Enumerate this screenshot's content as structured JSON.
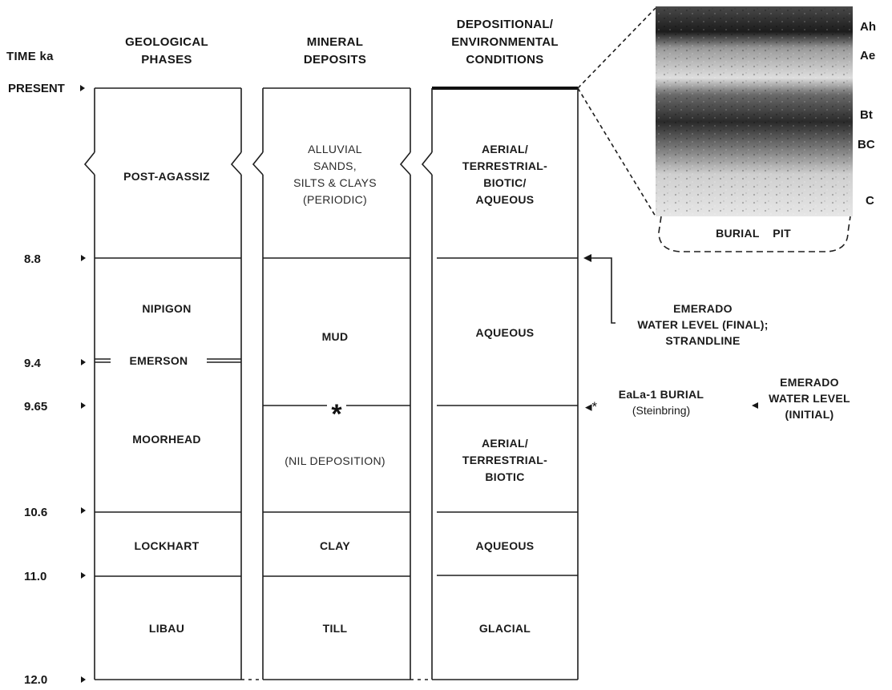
{
  "headers": {
    "time": "TIME ka",
    "phases": [
      "GEOLOGICAL",
      "PHASES"
    ],
    "minerals": [
      "MINERAL",
      "DEPOSITS"
    ],
    "conditions": [
      "DEPOSITIONAL/",
      "ENVIRONMENTAL",
      "CONDITIONS"
    ]
  },
  "time_ticks": [
    "PRESENT",
    "8.8",
    "9.4",
    "9.65",
    "10.6",
    "11.0",
    "12.0"
  ],
  "phases": {
    "post_agassiz": "POST-AGASSIZ",
    "nipigon": "NIPIGON",
    "emerson": "EMERSON",
    "moorhead": "MOORHEAD",
    "lockhart": "LOCKHART",
    "libau": "LIBAU"
  },
  "minerals": {
    "alluvial": [
      "ALLUVIAL",
      "SANDS,",
      "SILTS & CLAYS",
      "(PERIODIC)"
    ],
    "mud": "MUD",
    "asterisk": "*",
    "nil": "(NIL DEPOSITION)",
    "clay": "CLAY",
    "till": "TILL"
  },
  "conditions": {
    "aerial_top": [
      "AERIAL/",
      "TERRESTRIAL-",
      "BIOTIC/",
      "AQUEOUS"
    ],
    "aqueous_1": "AQUEOUS",
    "aerial_mid": [
      "AERIAL/",
      "TERRESTRIAL-",
      "BIOTIC"
    ],
    "aqueous_2": "AQUEOUS",
    "glacial": "GLACIAL"
  },
  "annotations": {
    "emerado_final": [
      "EMERADO",
      "WATER LEVEL (FINAL);",
      "STRANDLINE"
    ],
    "burial_marker": "◂*",
    "burial": [
      "EaLa-1 BURIAL",
      "(Steinbring)"
    ],
    "emerado_initial": [
      "EMERADO",
      "WATER LEVEL",
      "(INITIAL)"
    ]
  },
  "soil_profile": {
    "horizons": [
      "Ah",
      "Ae",
      "Bt",
      "BC",
      "C"
    ],
    "burial_pit": "BURIAL    PIT"
  }
}
